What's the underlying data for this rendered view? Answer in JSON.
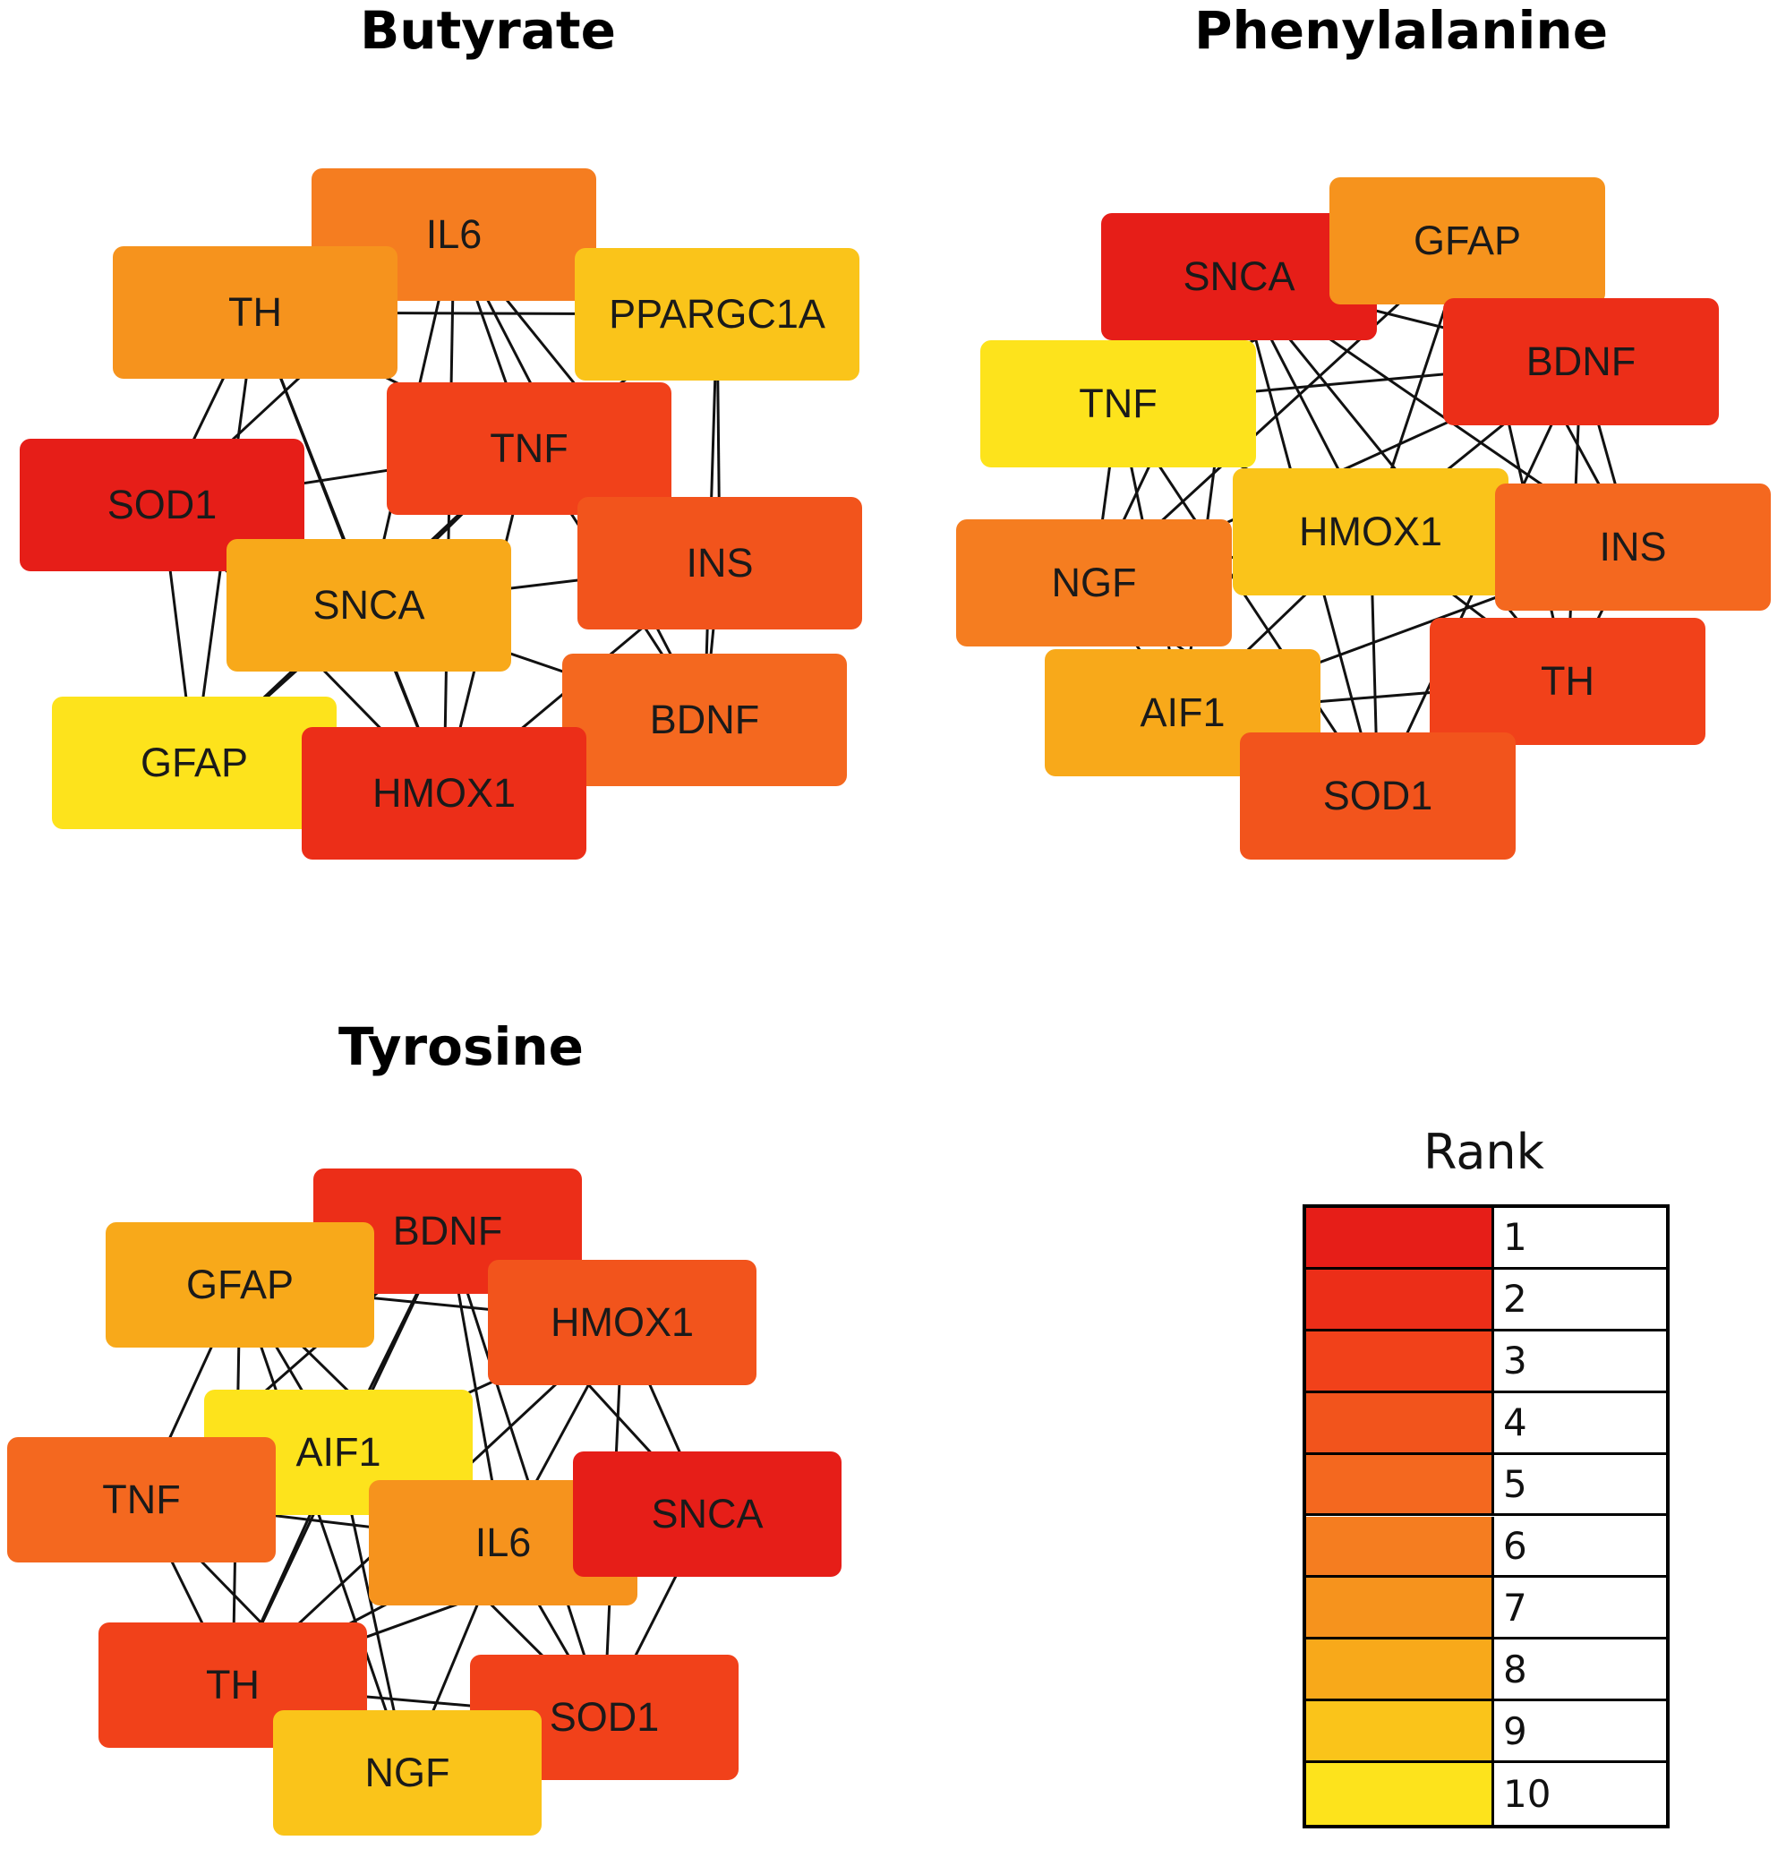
{
  "colors": {
    "1": "#e61e18",
    "2": "#ec2e18",
    "3": "#f1411a",
    "4": "#f2541c",
    "5": "#f4681f",
    "6": "#f57d20",
    "7": "#f6931d",
    "8": "#f8a91a",
    "9": "#fac41a",
    "10": "#fde31c"
  },
  "networks": [
    {
      "title": "Butyrate",
      "nodes": [
        {
          "label": "IL6",
          "rank": 6
        },
        {
          "label": "TH",
          "rank": 7
        },
        {
          "label": "PPARGC1A",
          "rank": 9
        },
        {
          "label": "TNF",
          "rank": 3
        },
        {
          "label": "SOD1",
          "rank": 1
        },
        {
          "label": "INS",
          "rank": 4
        },
        {
          "label": "SNCA",
          "rank": 8
        },
        {
          "label": "BDNF",
          "rank": 5
        },
        {
          "label": "GFAP",
          "rank": 10
        },
        {
          "label": "HMOX1",
          "rank": 2
        }
      ]
    },
    {
      "title": "Phenylalanine",
      "nodes": [
        {
          "label": "SNCA",
          "rank": 1
        },
        {
          "label": "GFAP",
          "rank": 7
        },
        {
          "label": "BDNF",
          "rank": 2
        },
        {
          "label": "TNF",
          "rank": 10
        },
        {
          "label": "HMOX1",
          "rank": 9
        },
        {
          "label": "INS",
          "rank": 5
        },
        {
          "label": "NGF",
          "rank": 6
        },
        {
          "label": "TH",
          "rank": 3
        },
        {
          "label": "AIF1",
          "rank": 8
        },
        {
          "label": "SOD1",
          "rank": 4
        }
      ]
    },
    {
      "title": "Tyrosine",
      "nodes": [
        {
          "label": "BDNF",
          "rank": 2
        },
        {
          "label": "GFAP",
          "rank": 8
        },
        {
          "label": "HMOX1",
          "rank": 4
        },
        {
          "label": "AIF1",
          "rank": 10
        },
        {
          "label": "TNF",
          "rank": 5
        },
        {
          "label": "IL6",
          "rank": 7
        },
        {
          "label": "SNCA",
          "rank": 1
        },
        {
          "label": "TH",
          "rank": 3
        },
        {
          "label": "SOD1",
          "rank": 3
        },
        {
          "label": "NGF",
          "rank": 9
        }
      ]
    }
  ],
  "legend": {
    "title": "Rank",
    "items": [
      "1",
      "2",
      "3",
      "4",
      "5",
      "6",
      "7",
      "8",
      "9",
      "10"
    ]
  }
}
